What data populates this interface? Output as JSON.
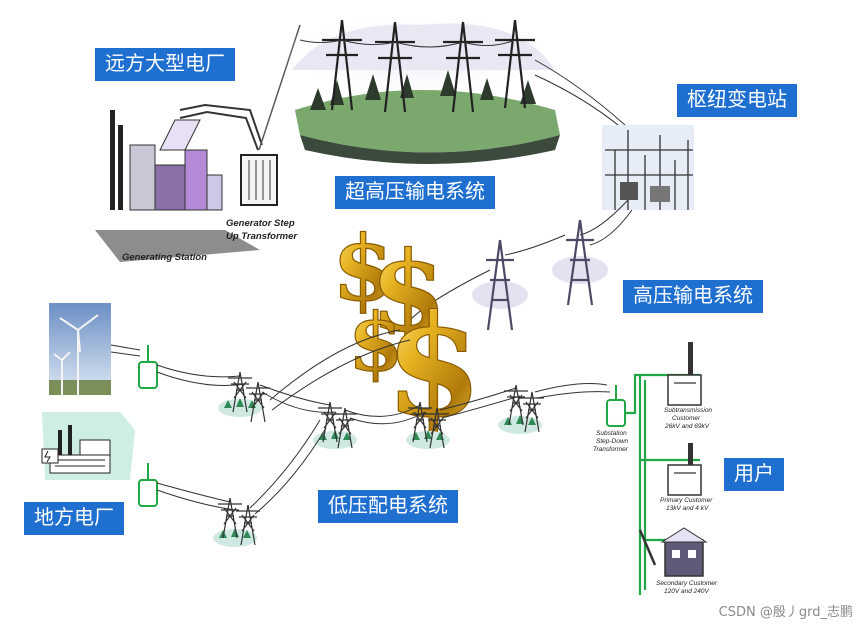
{
  "labels": {
    "remote_plant": "远方大型电厂",
    "ehv_transmission": "超高压输电系统",
    "hub_substation": "枢纽变电站",
    "hv_transmission": "高压输电系统",
    "lv_distribution": "低压配电系统",
    "local_plant": "地方电厂",
    "users": "用户"
  },
  "captions": {
    "generating_station": "Generating Station",
    "generator_step_up_line1": "Generator Step",
    "generator_step_up_line2": "Up Transformer",
    "substation_line1": "Substation",
    "substation_line2": "Step-Down",
    "substation_line3": "Transformer",
    "subtransmission_line1": "Subtransmission",
    "subtransmission_line2": "Customer",
    "subtransmission_line3": "26kV and 69kV",
    "primary_line1": "Primary  Customer",
    "primary_line2": "13kV and 4 kV",
    "secondary_line1": "Secondary Customer",
    "secondary_line2": "120V and 240V"
  },
  "watermark": "CSDN @殷丿grd_志鹏",
  "colors": {
    "label_bg": "#1f6fd1",
    "label_text": "#ffffff",
    "line_green": "#1fa845",
    "dollar_gold": "#d9a21a",
    "station_purple": "#b48ad6",
    "tower_purple": "#5d5a78"
  },
  "icons": {
    "generating_station": "power-plant-icon",
    "step_up_transformer": "transformer-icon",
    "ehv_towers": "transmission-tower-icon",
    "substation": "substation-icon",
    "dollar": "dollar-sign-icon",
    "wind_turbine": "wind-turbine-icon",
    "local_factory": "factory-icon",
    "customer_building": "building-icon"
  }
}
